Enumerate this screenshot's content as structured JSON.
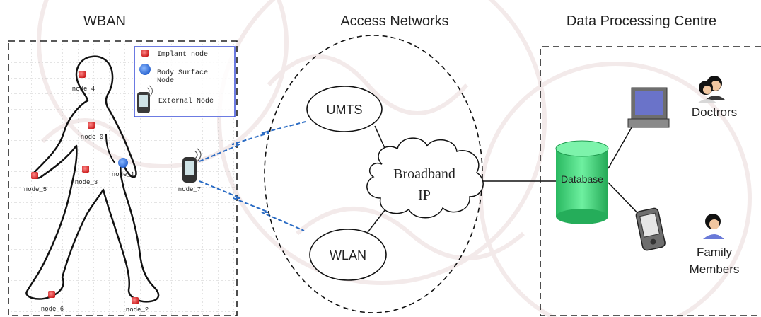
{
  "sections": {
    "wban": "WBAN",
    "access": "Access Networks",
    "dpc": "Data Processing Centre"
  },
  "legend": {
    "implant": "Implant node",
    "surface_1": "Body Surface",
    "surface_2": "Node",
    "external": "External Node"
  },
  "nodes": {
    "n0": "node_0",
    "n1": "node_1",
    "n2": "node_2",
    "n3": "node_3",
    "n4": "node_4",
    "n5": "node_5",
    "n6": "node_6",
    "n7": "node_7"
  },
  "networks": {
    "umts": "UMTS",
    "wlan": "WLAN",
    "broadband_1": "Broadband",
    "broadband_2": "IP"
  },
  "dpc": {
    "database": "Database",
    "doctors": "Doctrors",
    "family_1": "Family",
    "family_2": "Members"
  },
  "colors": {
    "implant": "#d42a2a",
    "surface": "#2a6fd4",
    "wireless": "#2b6cc4",
    "db": "#3fd07a",
    "legend_border": "#3a4fd8",
    "watermark": "#ead9d9"
  }
}
